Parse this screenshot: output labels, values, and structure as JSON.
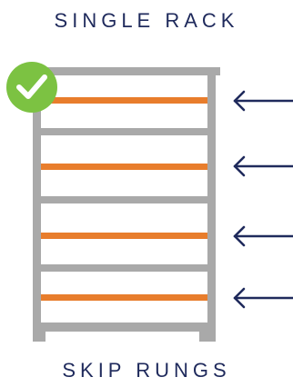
{
  "header": {
    "title": "SINGLE RACK"
  },
  "footer": {
    "caption": "SKIP RUNGS"
  },
  "rack": {
    "rung_count": 4,
    "frame_color": "#a9a9a9",
    "rung_color": "#e87d2c",
    "arrow_color": "#1f2a5c",
    "check_badge_color": "#7cc242",
    "check_icon": "check-icon",
    "arrow_icon": "arrow-left-icon"
  }
}
